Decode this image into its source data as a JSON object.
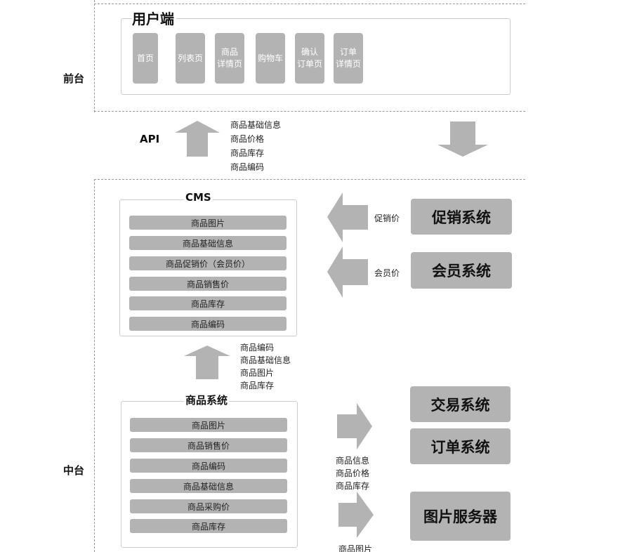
{
  "zones": {
    "front": "前台",
    "middle": "中台"
  },
  "client": {
    "title": "用户端",
    "pages": [
      "首页",
      "列表页",
      "商品\n详情页",
      "购物车",
      "确认\n订单页",
      "订单\n详情页"
    ]
  },
  "api": {
    "label": "API",
    "fields": [
      "商品基础信息",
      "商品价格",
      "商品库存",
      "商品编码"
    ]
  },
  "cms": {
    "title": "CMS",
    "rows": [
      "商品图片",
      "商品基础信息",
      "商品促销价（会员价）",
      "商品销售价",
      "商品库存",
      "商品编码"
    ]
  },
  "promo": {
    "system": "促销系统",
    "field": "促销价"
  },
  "member": {
    "system": "会员系统",
    "field": "会员价"
  },
  "product_to_cms": {
    "fields": [
      "商品编码",
      "商品基础信息",
      "商品图片",
      "商品库存"
    ]
  },
  "product": {
    "title": "商品系统",
    "rows": [
      "商品图片",
      "商品销售价",
      "商品编码",
      "商品基础信息",
      "商品采购价",
      "商品库存"
    ]
  },
  "downstream": {
    "trade": "交易系统",
    "order": "订单系统",
    "fields": [
      "商品信息",
      "商品价格",
      "商品库存"
    ],
    "image_server": "图片服务器",
    "image_field": "商品图片"
  },
  "colors": {
    "block": "#b3b3b3",
    "dash": "#999999"
  }
}
